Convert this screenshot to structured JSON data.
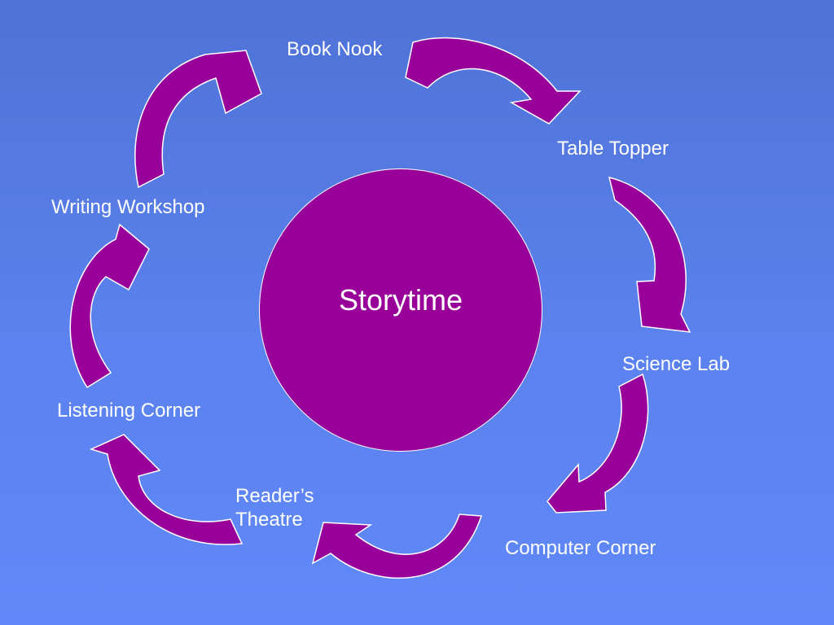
{
  "center": {
    "label": "Storytime"
  },
  "stations": [
    {
      "id": "book",
      "label": "Book Nook"
    },
    {
      "id": "table",
      "label": "Table Topper"
    },
    {
      "id": "science",
      "label": "Science Lab"
    },
    {
      "id": "computer",
      "label": "Computer Corner"
    },
    {
      "id": "reader",
      "label": "Reader’s Theatre"
    },
    {
      "id": "listen",
      "label": "Listening Corner"
    },
    {
      "id": "writing",
      "label": "Writing Workshop"
    }
  ],
  "colors": {
    "background": "#5b82ee",
    "shape_fill": "#990099",
    "outline": "#ffffff",
    "text": "#ffffff"
  }
}
